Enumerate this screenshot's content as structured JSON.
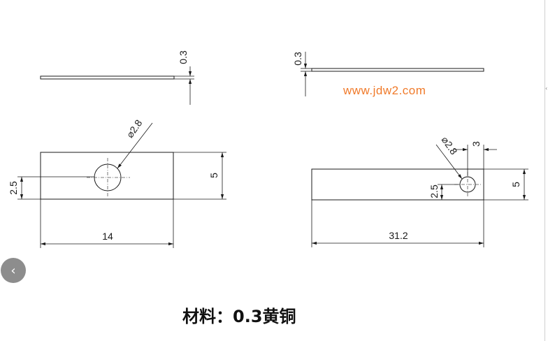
{
  "watermark": "www.jdw2.com",
  "caption": "材料：0.3黄铜",
  "nav": {
    "prev_glyph": "‹"
  },
  "edge_mark": "‹",
  "colors": {
    "line": "#1a1a1a",
    "watermark": "#f07a2a",
    "nav_button": "#8d8d8d"
  },
  "left_part": {
    "side_view": {
      "thickness_label": "0.3"
    },
    "top_view": {
      "hole_label": "⌀2.8",
      "hole_offset_label": "2.5",
      "height_label": "5",
      "length_label": "14"
    }
  },
  "right_part": {
    "side_view": {
      "thickness_label": "0.3"
    },
    "top_view": {
      "hole_label": "⌀2.8",
      "hole_edge_label": "3",
      "hole_offset_label": "2.5",
      "height_label": "5",
      "length_label": "31.2"
    }
  }
}
